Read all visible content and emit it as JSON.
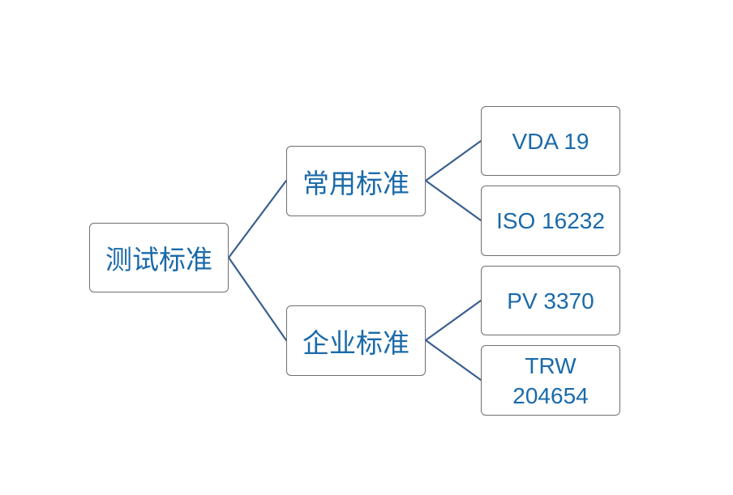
{
  "diagram": {
    "type": "tree",
    "accent_text_color": "#1a6aaa",
    "connector_color": "#3a5f8f",
    "root": {
      "label": "测试标准",
      "children": [
        {
          "label": "常用标准",
          "children": [
            {
              "label": "VDA 19"
            },
            {
              "label": "ISO 16232"
            }
          ]
        },
        {
          "label": "企业标准",
          "children": [
            {
              "label": "PV 3370"
            },
            {
              "label": "TRW 204654"
            }
          ]
        }
      ]
    }
  }
}
